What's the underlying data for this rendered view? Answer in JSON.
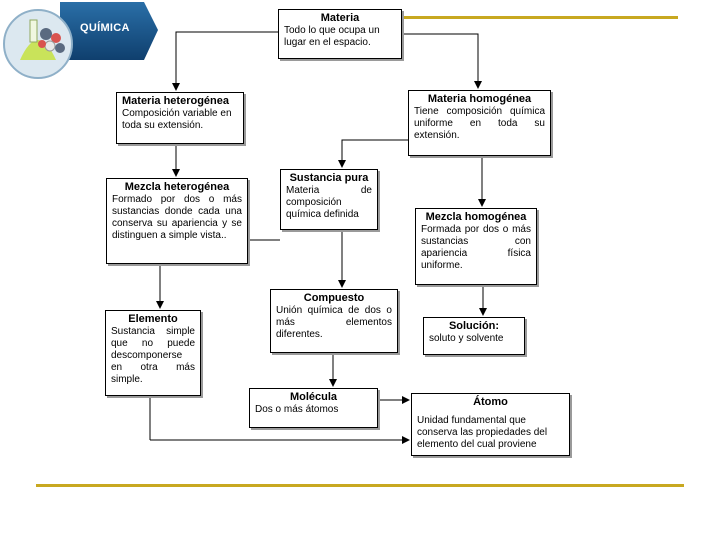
{
  "header": {
    "logo_text": "QUÍMICA"
  },
  "nodes": {
    "materia": {
      "title": "Materia",
      "desc": "Todo lo que ocupa un lugar en el espacio."
    },
    "heterogenea": {
      "title": "Materia heterogénea",
      "desc": "Composición variable en toda su extensión."
    },
    "homogenea": {
      "title": "Materia homogénea",
      "desc": "Tiene composición química uniforme en toda su extensión."
    },
    "mezcla_het": {
      "title": "Mezcla heterogénea",
      "desc": "Formado por dos o más sustancias donde cada una conserva su apariencia y se distinguen a simple vista.."
    },
    "sustancia_pura": {
      "title": "Sustancia pura",
      "desc": "Materia de composición química definida"
    },
    "mezcla_hom": {
      "title": "Mezcla homogénea",
      "desc": "Formada por dos o más sustancias con apariencia física uniforme."
    },
    "compuesto": {
      "title": "Compuesto",
      "desc": "Unión química de dos o más elementos diferentes."
    },
    "elemento": {
      "title": "Elemento",
      "desc": "Sustancia simple que no puede descomponerse en otra más simple."
    },
    "solucion": {
      "title": "Solución:",
      "desc": "soluto y solvente"
    },
    "molecula": {
      "title": "Molécula",
      "desc": "Dos o más átomos"
    },
    "atomo": {
      "title": "Átomo",
      "desc": "Unidad fundamental que conserva las propiedades del elemento del cual proviene"
    }
  }
}
